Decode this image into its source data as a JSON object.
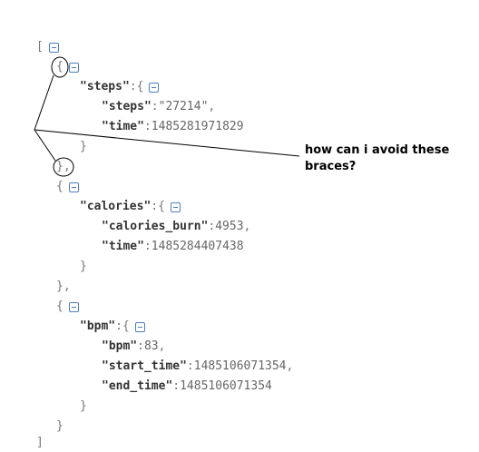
{
  "json_viewer": {
    "open_bracket": "[",
    "close_bracket": "]",
    "entries": [
      {
        "key": "\"steps\"",
        "fields": [
          {
            "key": "\"steps\"",
            "value": "\"27214\"",
            "trail": ","
          },
          {
            "key": "\"time\"",
            "value": "1485281971829",
            "trail": ""
          }
        ]
      },
      {
        "key": "\"calories\"",
        "fields": [
          {
            "key": "\"calories_burn\"",
            "value": "4953",
            "trail": ","
          },
          {
            "key": "\"time\"",
            "value": "1485284407438",
            "trail": ""
          }
        ]
      },
      {
        "key": "\"bpm\"",
        "fields": [
          {
            "key": "\"bpm\"",
            "value": "83",
            "trail": ","
          },
          {
            "key": "\"start_time\"",
            "value": "1485106071354",
            "trail": ","
          },
          {
            "key": "\"end_time\"",
            "value": "1485106071354",
            "trail": ""
          }
        ]
      }
    ],
    "colon": ":",
    "obj_open": "{",
    "obj_close": "}",
    "obj_close_comma": "},"
  },
  "annotation": {
    "text": "how can i avoid these braces?",
    "color": "#000000"
  },
  "colors": {
    "toggle_border": "#4a7fc1",
    "text": "#555555"
  }
}
